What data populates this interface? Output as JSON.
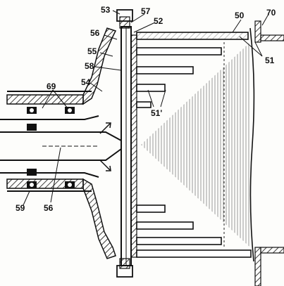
{
  "labels": {
    "l53": "53",
    "l57": "57",
    "l52": "52",
    "l56_top": "56",
    "l55": "55",
    "l58": "58",
    "l54": "54",
    "l69": "69",
    "l50": "50",
    "l70": "70",
    "l51": "51",
    "l51p": "51'",
    "l59": "59",
    "l56_bottom": "56"
  }
}
